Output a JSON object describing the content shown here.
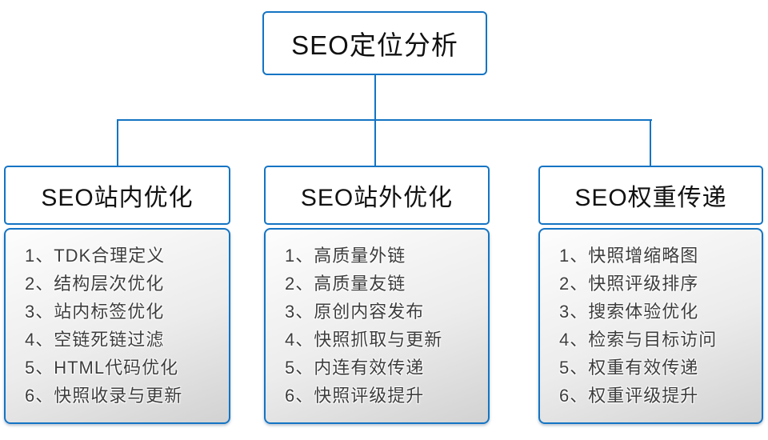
{
  "root": {
    "label": "SEO定位分析"
  },
  "columns": [
    {
      "header": "SEO站内优化",
      "items": [
        "1、TDK合理定义",
        "2、结构层次优化",
        "3、站内标签优化",
        "4、空链死链过滤",
        "5、HTML代码优化",
        "6、快照收录与更新"
      ]
    },
    {
      "header": "SEO站外优化",
      "items": [
        "1、高质量外链",
        "2、高质量友链",
        "3、原创内容发布",
        "4、快照抓取与更新",
        "5、内连有效传递",
        "6、快照评级提升"
      ]
    },
    {
      "header": "SEO权重传递",
      "items": [
        "1、快照增缩略图",
        "2、快照评级排序",
        "3、搜索体验优化",
        "4、检索与目标访问",
        "5、权重有效传递",
        "6、权重评级提升"
      ]
    }
  ],
  "colors": {
    "accent_blue": "#1474c4",
    "body_text": "#3d3d3d",
    "body_gradient_top": "#fdfdfd",
    "body_gradient_bottom": "#d2d2d2"
  }
}
